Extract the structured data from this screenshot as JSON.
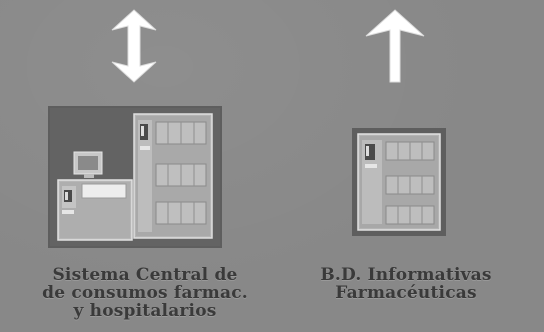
{
  "nodes": [
    {
      "id": "central",
      "label_lines": [
        "Sistema Central de",
        "de consumos farmac.",
        "y hospitalarios"
      ],
      "icon": "server-and-pc-icon",
      "arrow": "bidirectional-arrow-icon"
    },
    {
      "id": "bd",
      "label_lines": [
        "B.D. Informativas",
        "Farmacéuticas"
      ],
      "icon": "server-cabinet-icon",
      "arrow": "up-arrow-icon"
    }
  ],
  "colors": {
    "background": "#888888",
    "panel_dark": "#606060",
    "equipment_light": "#b8b8b8",
    "equipment_shadow": "#7a7a7a",
    "arrow_white": "#ffffff",
    "label_text": "#3a3a3a"
  }
}
